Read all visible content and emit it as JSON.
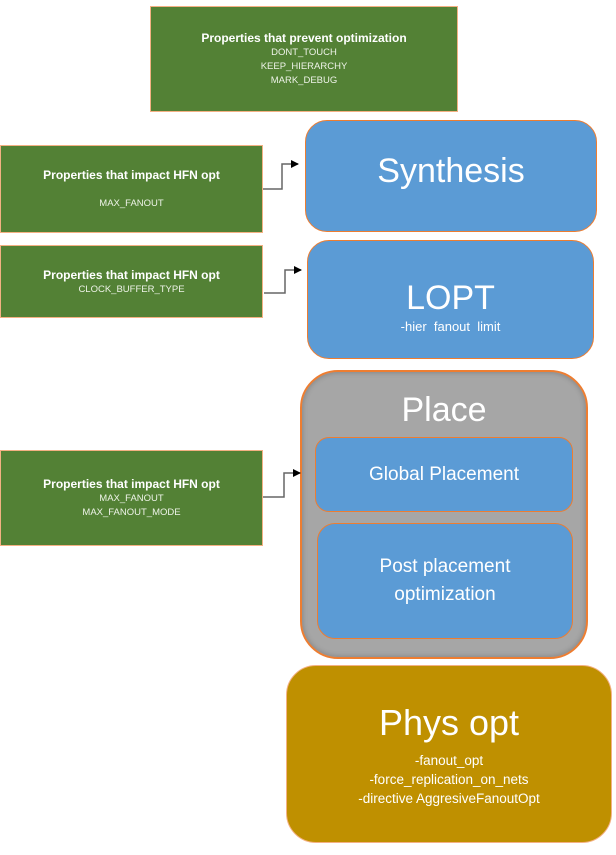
{
  "prevent_box": {
    "title": "Properties that prevent optimization",
    "items": [
      "DONT_TOUCH",
      "KEEP_HIERARCHY",
      "MARK_DEBUG"
    ]
  },
  "hfn_boxes": [
    {
      "title": "Properties that impact HFN opt",
      "items": [
        "MAX_FANOUT"
      ],
      "target": "Synthesis"
    },
    {
      "title": "Properties that impact HFN opt",
      "items": [
        "CLOCK_BUFFER_TYPE"
      ],
      "target": "LOPT"
    },
    {
      "title": "Properties that impact HFN opt",
      "items": [
        "MAX_FANOUT",
        "MAX_FANOUT_MODE"
      ],
      "target": "Global Placement"
    }
  ],
  "stages": {
    "synthesis": {
      "title": "Synthesis"
    },
    "lopt": {
      "title": "LOPT",
      "options": [
        "-hier  fanout  limit"
      ]
    },
    "place": {
      "title": "Place",
      "steps": [
        "Global Placement",
        "Post placement optimization"
      ]
    },
    "phys_opt": {
      "title": "Phys opt",
      "options": [
        "-fanout_opt",
        "-force_replication_on_nets",
        "-directive AggresiveFanoutOpt"
      ]
    }
  },
  "colors": {
    "property_box": "#538135",
    "stage_box": "#5b9bd5",
    "place_container": "#a6a6a6",
    "phys_opt_box": "#bf9000",
    "border_accent": "#ed7d31"
  }
}
